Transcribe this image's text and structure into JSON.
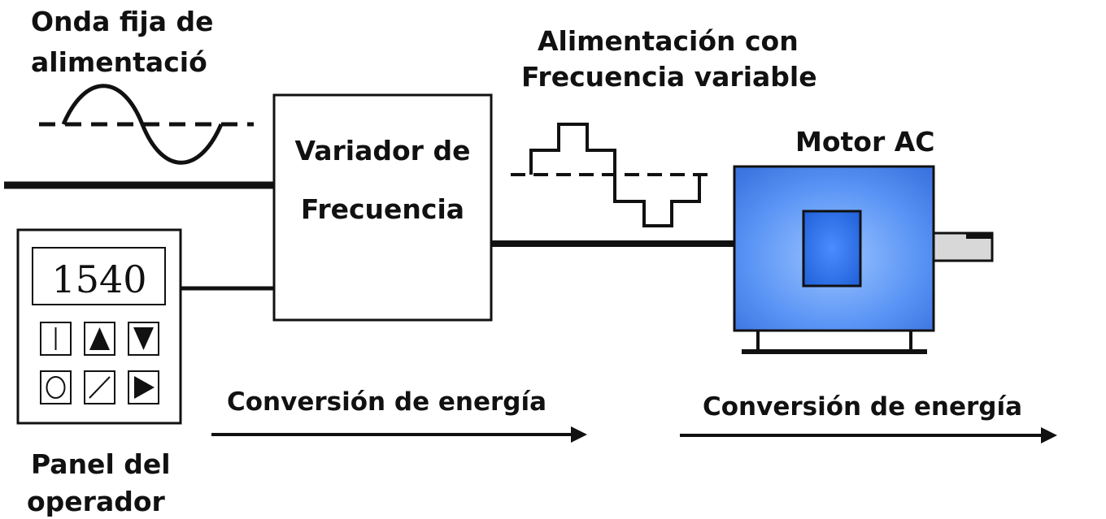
{
  "source_label": {
    "line1": "Onda fija de",
    "line2": "alimentació"
  },
  "output_label": {
    "line1": "Alimentación con",
    "line2": "Frecuencia variable"
  },
  "drive": {
    "line1": "Variador de",
    "line2": "Frecuencia"
  },
  "motor": {
    "label": "Motor AC",
    "body_color": "#3d7ff2",
    "rotor_color": "#2f6fe0"
  },
  "panel": {
    "display_value": "1540",
    "buttons": [
      "start-line-icon",
      "up-triangle-icon",
      "down-triangle-icon",
      "stop-circle-icon",
      "slash-icon",
      "play-triangle-icon"
    ],
    "label_line1": "Panel del",
    "label_line2": "operador"
  },
  "energy_labels": {
    "left": "Conversión de energía",
    "right": "Conversión de energía"
  }
}
